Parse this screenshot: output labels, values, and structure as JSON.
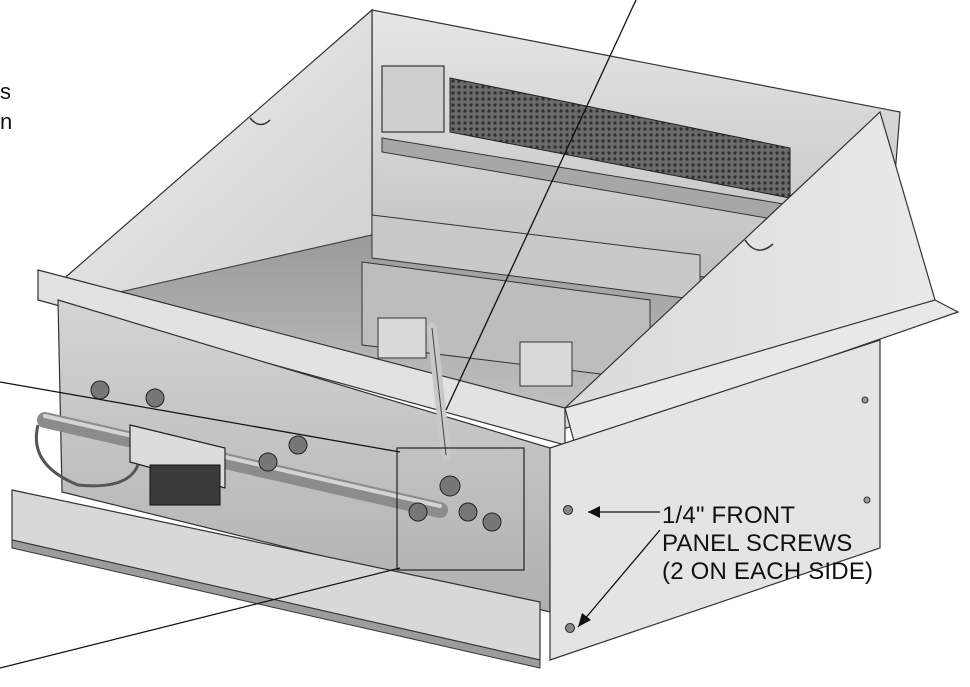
{
  "callout": {
    "line1": "1/4\" FRONT",
    "line2": "PANEL SCREWS",
    "line3": "(2 ON EACH SIDE)"
  },
  "cropped_text": {
    "frag1": "s",
    "frag2": "n"
  }
}
